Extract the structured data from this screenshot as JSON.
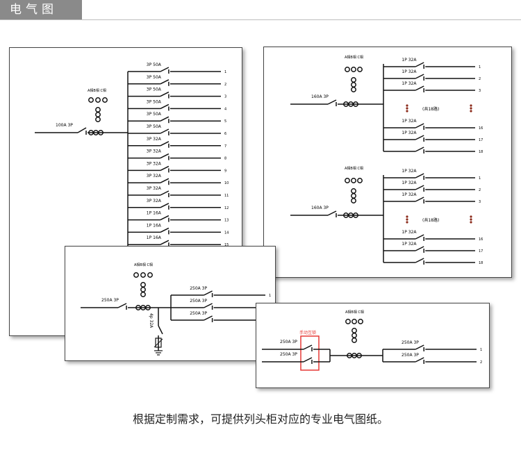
{
  "header": {
    "title": "电气图"
  },
  "caption": "根据定制需求，可提供列头柜对应的专业电气图纸。",
  "legend_abc": "A相B相 C相",
  "diagram1": {
    "main_breaker": "100A 3P",
    "branches": [
      {
        "label": "3P 50A",
        "num": "1"
      },
      {
        "label": "3P 50A",
        "num": "2"
      },
      {
        "label": "3P 50A",
        "num": "3"
      },
      {
        "label": "3P 50A",
        "num": "4"
      },
      {
        "label": "3P 50A",
        "num": "5"
      },
      {
        "label": "3P 50A",
        "num": "6"
      },
      {
        "label": "3P 32A",
        "num": "7"
      },
      {
        "label": "3P 32A",
        "num": "8"
      },
      {
        "label": "3P 32A",
        "num": "9"
      },
      {
        "label": "3P 32A",
        "num": "10"
      },
      {
        "label": "3P 32A",
        "num": "11"
      },
      {
        "label": "3P 32A",
        "num": "12"
      },
      {
        "label": "1P 16A",
        "num": "13"
      },
      {
        "label": "1P 16A",
        "num": "14"
      },
      {
        "label": "1P 16A",
        "num": "15"
      }
    ]
  },
  "diagram2": {
    "groups": [
      {
        "main_breaker": "160A 3P",
        "top": [
          {
            "label": "1P 32A",
            "num": "1"
          },
          {
            "label": "1P 32A",
            "num": "2"
          },
          {
            "label": "1P 32A",
            "num": "3"
          }
        ],
        "ellipsis": "(共18路)",
        "bottom": [
          {
            "label": "1P 32A",
            "num": "16"
          },
          {
            "label": "1P 32A",
            "num": "17"
          },
          {
            "label": "",
            "num": "18"
          }
        ]
      },
      {
        "main_breaker": "160A 3P",
        "top": [
          {
            "label": "1P 32A",
            "num": "1"
          },
          {
            "label": "1P 32A",
            "num": "2"
          },
          {
            "label": "1P 32A",
            "num": "3"
          }
        ],
        "ellipsis": "(共18路)",
        "bottom": [
          {
            "label": "1P 32A",
            "num": "16"
          },
          {
            "label": "1P 32A",
            "num": "17"
          },
          {
            "label": "",
            "num": "18"
          }
        ]
      }
    ]
  },
  "diagram3": {
    "main_breaker": "250A 3P",
    "branches": [
      {
        "label": "250A 3P",
        "num": "1"
      },
      {
        "label": "250A 3P",
        "num": ""
      },
      {
        "label": "250A 3P",
        "num": ""
      }
    ],
    "spd_label": "4p 32A"
  },
  "diagram4": {
    "interlock_label": "手动互锁",
    "inputs": [
      "250A 3P",
      "250A 3P"
    ],
    "branches": [
      {
        "label": "250A 3P",
        "num": "1"
      },
      {
        "label": "250A 3P",
        "num": "2"
      }
    ]
  },
  "colors": {
    "interlock": "#e53935",
    "header_bg": "#8a8a8a"
  }
}
